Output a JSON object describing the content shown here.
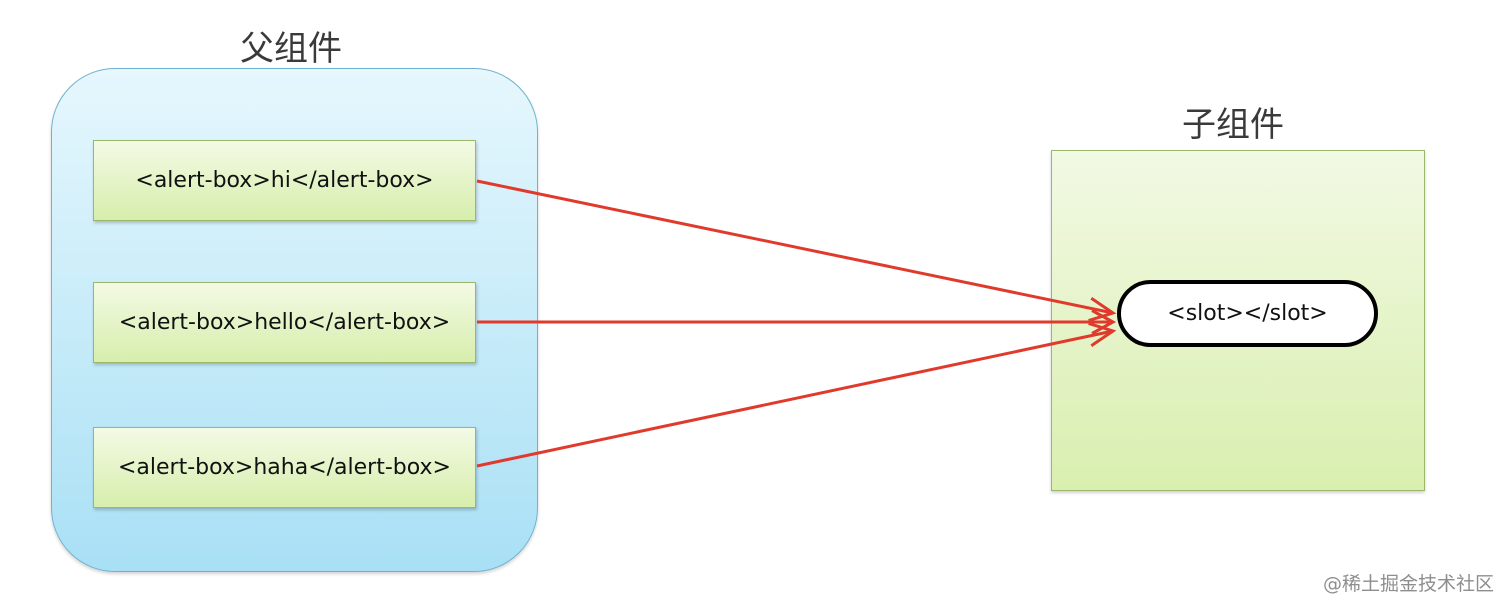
{
  "parent": {
    "title": "父组件",
    "items": [
      {
        "label": "<alert-box>hi</alert-box>"
      },
      {
        "label": "<alert-box>hello</alert-box>"
      },
      {
        "label": "<alert-box>haha</alert-box>"
      }
    ]
  },
  "child": {
    "title": "子组件",
    "slot_label": "<slot></slot>"
  },
  "watermark": "@稀土掘金技术社区",
  "colors": {
    "arrow": "#e03a2c",
    "parent_fill_top": "#e6f7fd",
    "parent_fill_bottom": "#a9e0f5",
    "box_fill_top": "#f3fae5",
    "box_fill_bottom": "#d7eeac"
  }
}
